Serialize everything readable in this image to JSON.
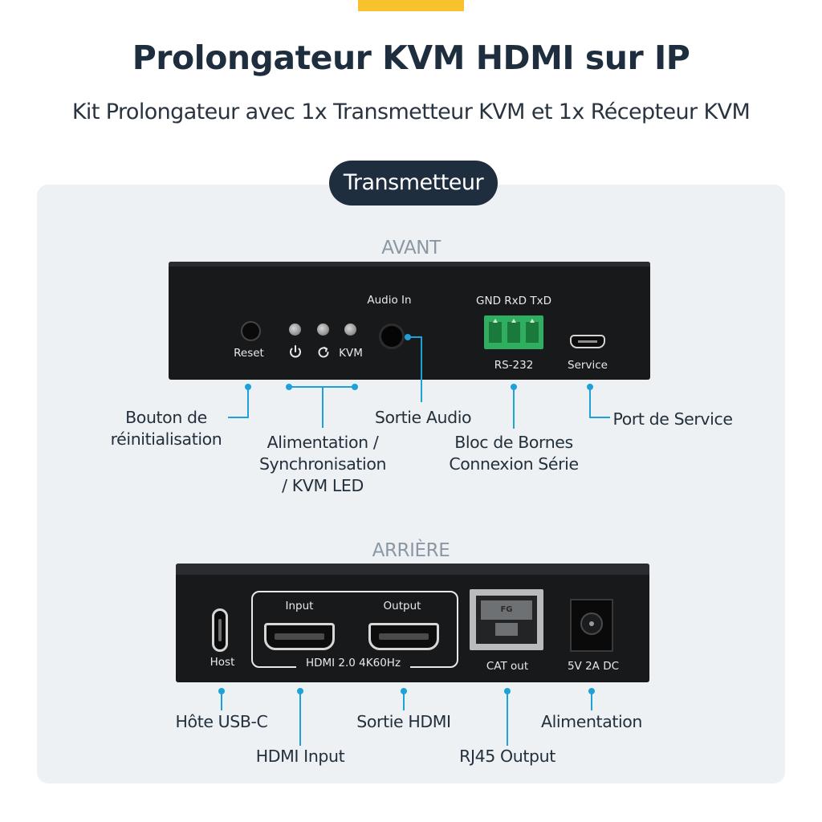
{
  "header": {
    "title": "Prolongateur KVM HDMI sur IP",
    "subtitle": "Kit Prolongateur avec 1x Transmetteur KVM et 1x Récepteur KVM"
  },
  "badge": "Transmetteur",
  "front": {
    "section_label": "AVANT",
    "panel_labels": {
      "reset": "Reset",
      "kvm": "KVM",
      "audio_in": "Audio In",
      "gnd_rxd_txd": "GND RxD TxD",
      "rs232": "RS-232",
      "service": "Service"
    },
    "callouts": {
      "reset_button": "Bouton de\nréinitialisation",
      "leds": "Alimentation /\nSynchronisation\n/ KVM LED",
      "audio_out": "Sortie Audio",
      "terminal_block": "Bloc de Bornes\nConnexion Série",
      "service_port": "Port de Service"
    }
  },
  "rear": {
    "section_label": "ARRIÈRE",
    "panel_labels": {
      "host": "Host",
      "input": "Input",
      "output": "Output",
      "hdmi_spec": "HDMI 2.0 4K60Hz",
      "rj45_mark": "FG",
      "cat_out": "CAT out",
      "power": "5V 2A DC"
    },
    "callouts": {
      "usb_c_host": "Hôte USB-C",
      "hdmi_input": "HDMI Input",
      "hdmi_output": "Sortie HDMI",
      "rj45_output": "RJ45 Output",
      "power_in": "Alimentation"
    }
  },
  "colors": {
    "accent": "#f7c22c",
    "navy": "#1e2e3f",
    "callout_line": "#1ea0d8",
    "terminal_green": "#2fae5f"
  },
  "icons": [
    "power-icon",
    "sync-icon"
  ]
}
